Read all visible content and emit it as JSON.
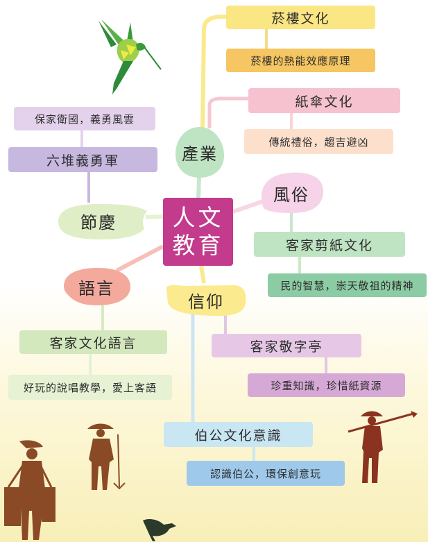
{
  "center": {
    "line1": "人文",
    "line2": "教育"
  },
  "branches": {
    "industry": {
      "label": "產業",
      "tobacco": {
        "title": "菸樓文化",
        "detail": "菸樓的熱能效應原理"
      },
      "umbrella": {
        "title": "紙傘文化",
        "detail": "傳統禮俗，趨吉避凶"
      }
    },
    "custom": {
      "label": "風俗",
      "papercut": {
        "title": "客家剪紙文化",
        "detail": "民的智慧，崇天敬祖的精神"
      }
    },
    "belief": {
      "label": "信仰",
      "pavilion": {
        "title": "客家敬字亭",
        "detail": "珍重知識，珍惜紙資源"
      },
      "bogong": {
        "title": "伯公文化意識",
        "detail": "認識伯公，環保創意玩"
      }
    },
    "language": {
      "label": "語言",
      "hakka": {
        "title": "客家文化語言",
        "detail": "好玩的說唱教學，愛上客語"
      }
    },
    "festival": {
      "label": "節慶",
      "militia": {
        "title": "六堆義勇軍",
        "detail": "保家衛國，義勇風雲"
      }
    }
  },
  "colors": {
    "center": "#c23b8c",
    "yellow": "#fbe684",
    "orange": "#f5c661",
    "pink": "#f6c2cf",
    "peach": "#fde0cc",
    "green": "#bfe4c3",
    "teal": "#8ccca4",
    "lavender": "#e6c8e6",
    "purple": "#d6a8d6",
    "lightblue": "#c9e6f3",
    "blue": "#9ec9ea",
    "olive": "#d3e8bd",
    "mint": "#e6f2d3",
    "indigo": "#c6b8df",
    "lilac": "#e4d2ec",
    "silhouette": "#8a4a26"
  },
  "icons": [
    "hummingbird-icon",
    "porter-silhouette-icon",
    "farmer-silhouette-icon",
    "worker-silhouette-icon",
    "bird-silhouette-icon"
  ]
}
